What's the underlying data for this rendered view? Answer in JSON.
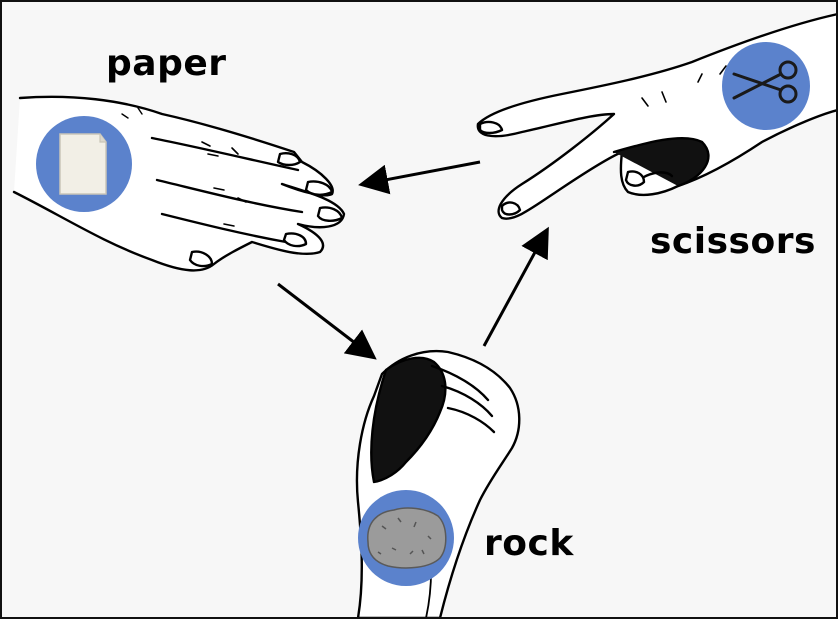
{
  "labels": {
    "paper": "paper",
    "scissors": "scissors",
    "rock": "rock"
  },
  "colors": {
    "badge": "#5b82cc",
    "outline": "#000000",
    "background": "#f7f7f7"
  },
  "icons": {
    "paper": "paper-sheet-icon",
    "scissors": "scissors-icon",
    "rock": "rock-icon"
  }
}
